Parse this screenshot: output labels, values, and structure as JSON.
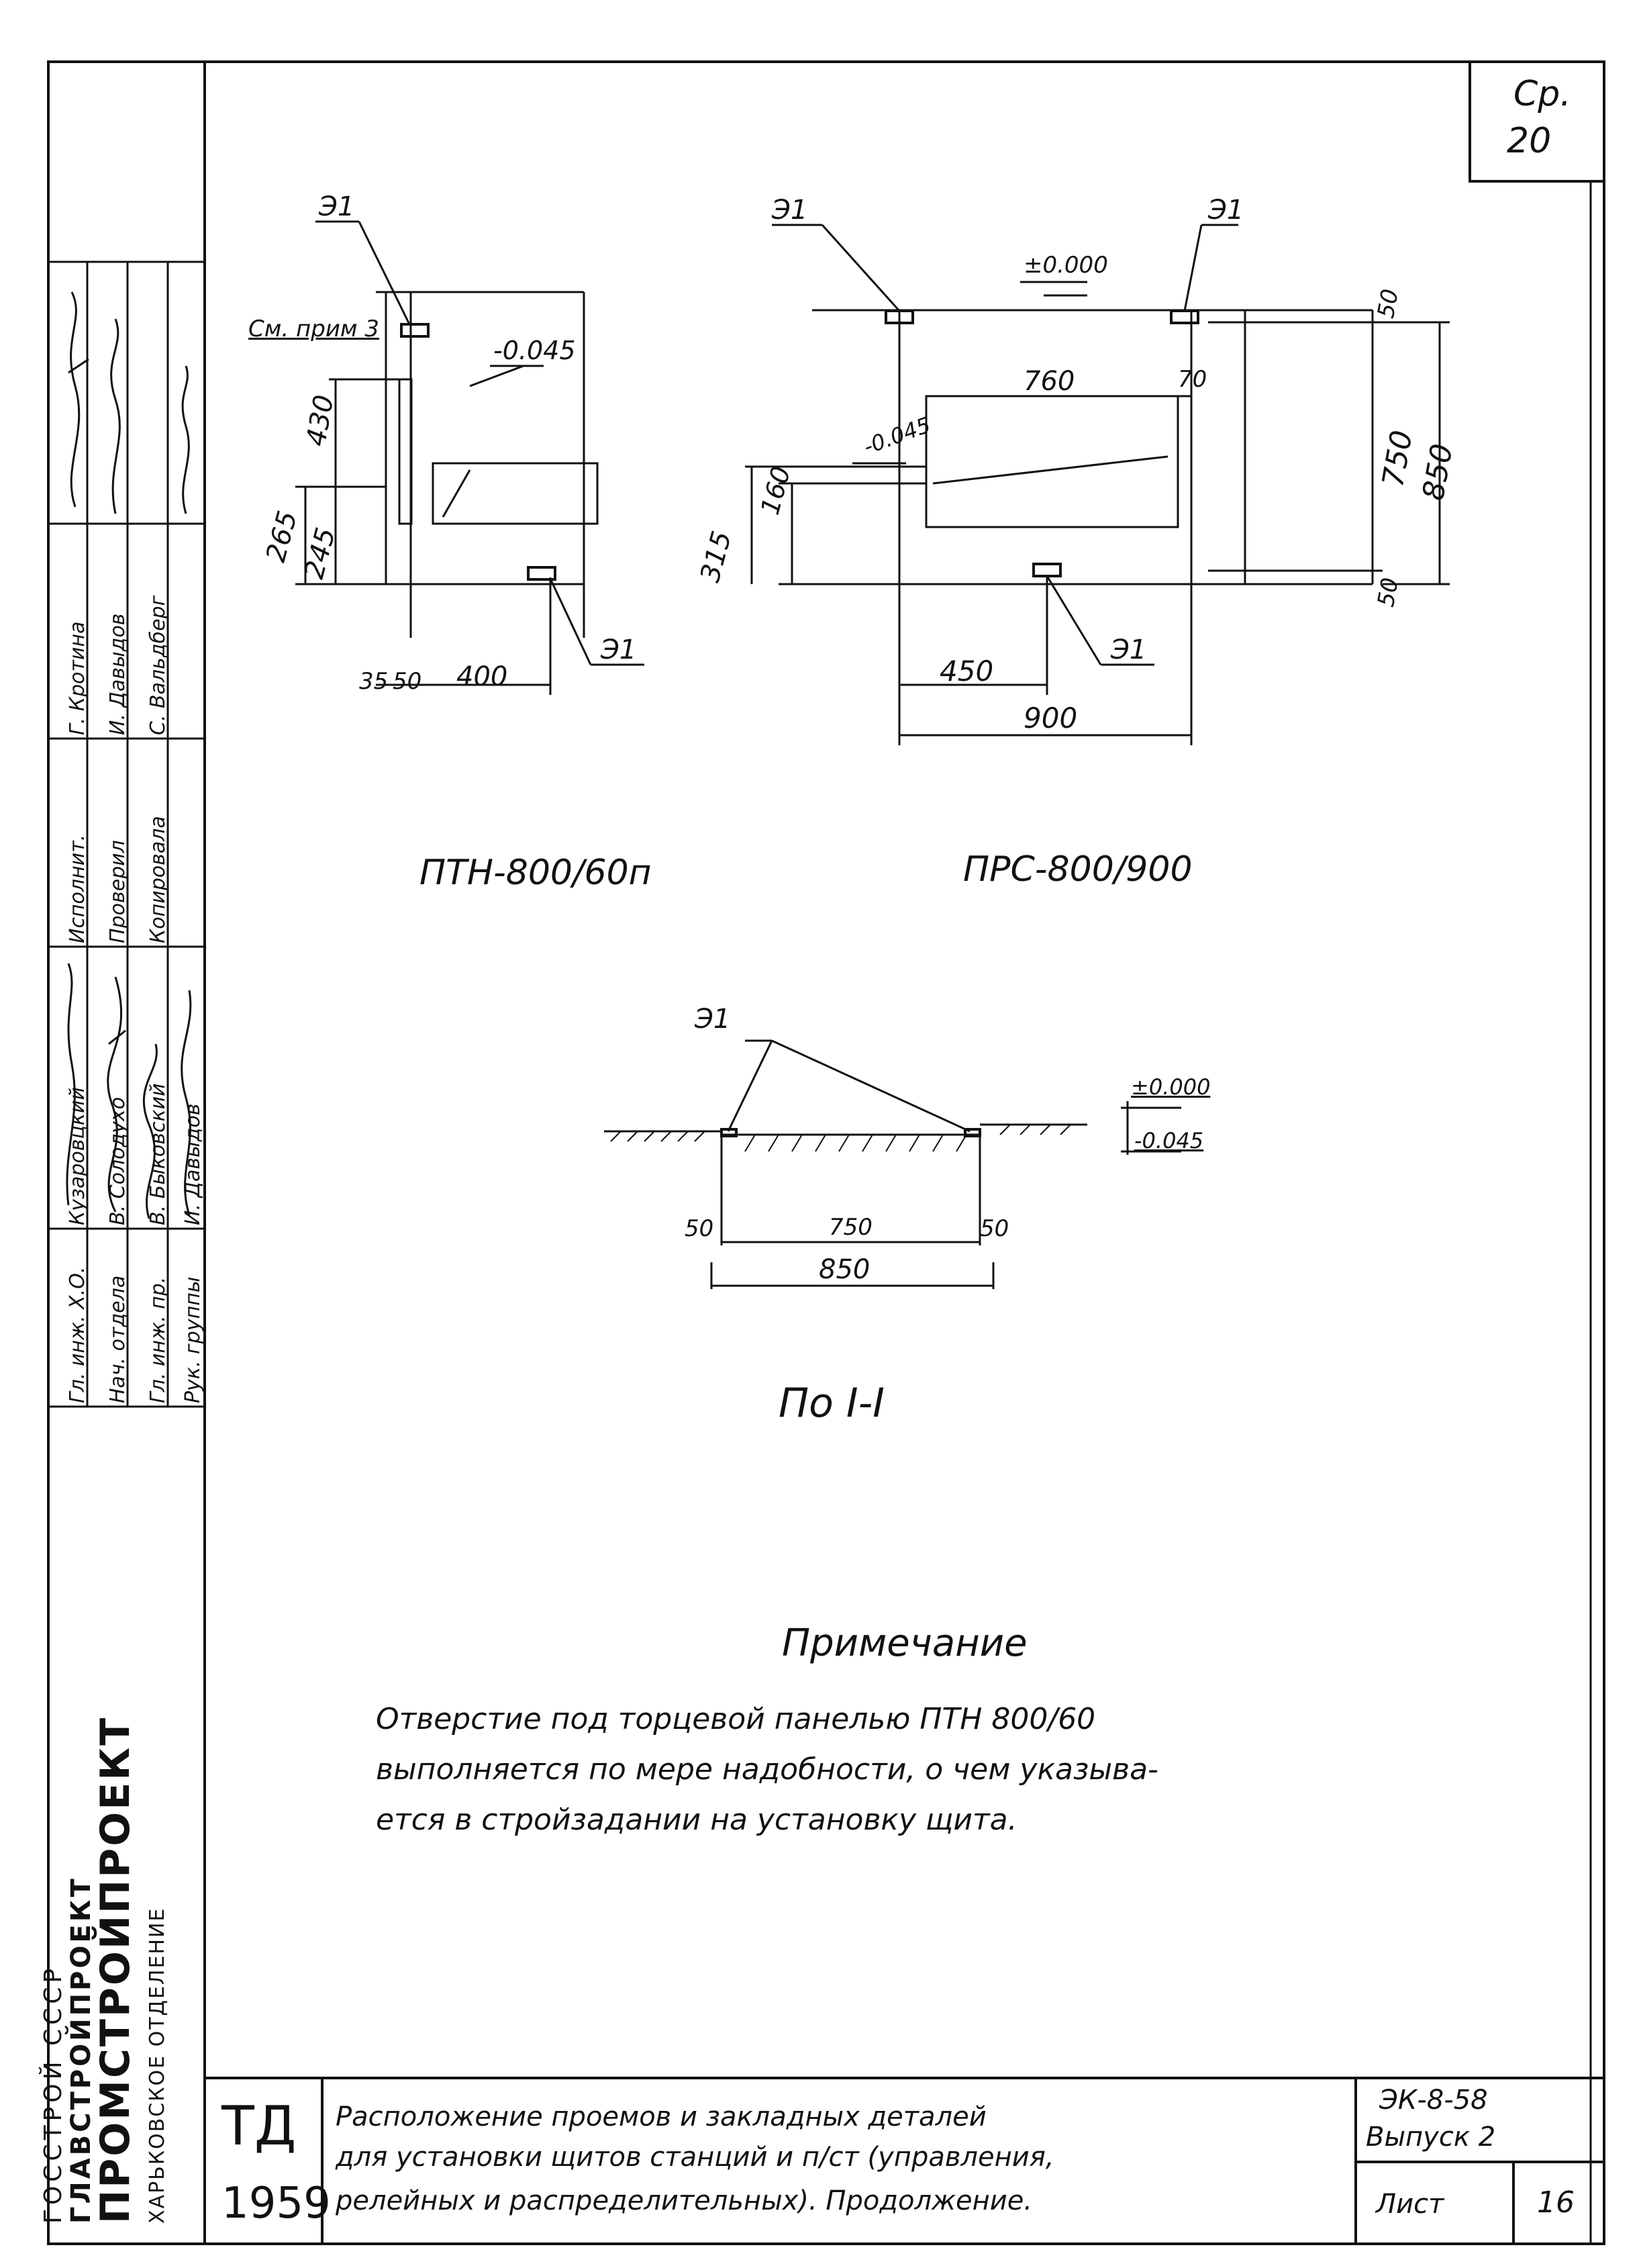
{
  "sheet_ref": {
    "line1": "Ср.",
    "line2": "20"
  },
  "left_panel": {
    "org": {
      "line1": "ГОССТРОЙ СССР",
      "line2": "ГЛАВСТРОЙПРОЕКТ",
      "line3": "ПРОМСТРОЙПРОЕКТ",
      "line4": "ХАРЬКОВСКОЕ ОТДЕЛЕНИЕ"
    },
    "stamp_top": {
      "roles": [
        "Гл. инж. Х.О.",
        "Нач. отдела",
        "Гл. инж. пр.",
        "Рук. группы"
      ],
      "names": [
        "Кузаровцкий",
        "В. Солодухо",
        "В. Быковский",
        "И. Давыдов"
      ]
    },
    "stamp_bottom": {
      "roles": [
        "Исполнит.",
        "Проверил",
        "Копировала"
      ],
      "names": [
        "Г. Кротина",
        "И. Давыдов",
        "С. Вальдберг"
      ]
    }
  },
  "drawings": {
    "ptn": {
      "caption": "ПТН-800/60п",
      "labels": {
        "e1_top": "Э1",
        "note_ref": "См. прим 3",
        "level": "-0.045",
        "e1_bottom": "Э1"
      },
      "dims": {
        "d430": "430",
        "d265": "265",
        "d245": "245",
        "d35": "35",
        "d50": "50",
        "d400": "400"
      }
    },
    "prs": {
      "caption": "ПРС-800/900",
      "labels": {
        "e1_left": "Э1",
        "e1_right": "Э1",
        "level_zero": "±0.000",
        "level": "-0.045",
        "e1_bottom": "Э1"
      },
      "dims": {
        "d760": "760",
        "d70": "70",
        "d50a": "50",
        "d750": "750",
        "d850": "850",
        "d50b": "50",
        "d160": "160",
        "d315": "315",
        "d450": "450",
        "d900": "900"
      }
    },
    "section": {
      "caption": "По I-I",
      "labels": {
        "e1": "Э1",
        "level_zero": "±0.000",
        "level": "-0.045"
      },
      "dims": {
        "d50a": "50",
        "d750": "750",
        "d50b": "50",
        "d850": "850"
      }
    }
  },
  "note": {
    "title": "Примечание",
    "line1": "Отверстие под торцевой панелью ПТН 800/60",
    "line2": "выполняется по мере надобности, о чем указыва-",
    "line3": "ется в стройзадании на установку щита."
  },
  "title_block": {
    "code": "ТД",
    "year": "1959",
    "title_line1": "Расположение проемов и закладных деталей",
    "title_line2": "для установки щитов станций и п/ст (управления,",
    "title_line3": "релейных и распределительных). Продолжение.",
    "series": "ЭК-8-58",
    "issue": "Выпуск 2",
    "sheet_label": "Лист",
    "sheet_no": "16"
  }
}
